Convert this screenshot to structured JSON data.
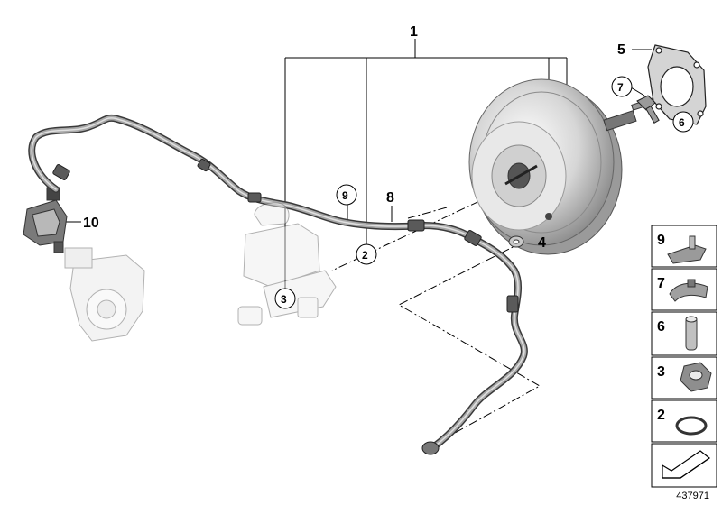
{
  "callouts": {
    "c1": "1",
    "c2": "2",
    "c3": "3",
    "c4": "4",
    "c5": "5",
    "c6": "6",
    "c7": "7",
    "c8": "8",
    "c9": "9",
    "c10": "10"
  },
  "legend": [
    {
      "num": "9",
      "icon": "clip-icon"
    },
    {
      "num": "7",
      "icon": "clamp-icon"
    },
    {
      "num": "6",
      "icon": "pin-icon"
    },
    {
      "num": "3",
      "icon": "nut-icon"
    },
    {
      "num": "2",
      "icon": "o-ring-icon"
    },
    {
      "num": "",
      "icon": "arrow-icon"
    }
  ],
  "doc_number": "437971"
}
